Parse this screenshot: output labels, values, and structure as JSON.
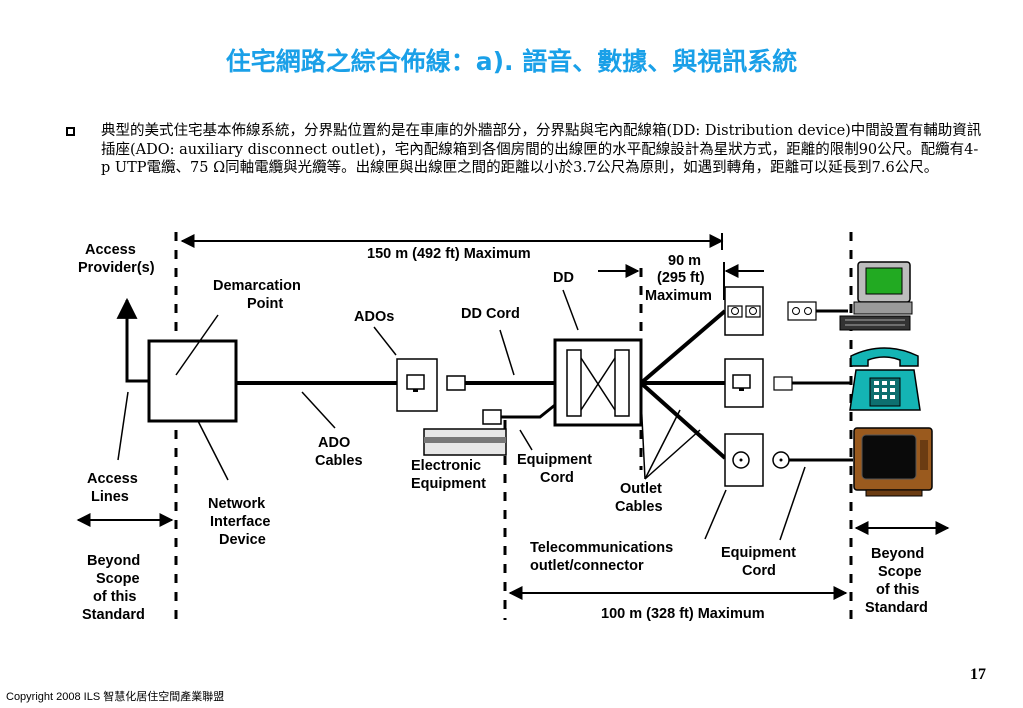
{
  "title": "住宅網路之綜合佈線：a). 語音、數據、與視訊系統",
  "paragraph": "典型的美式住宅基本佈線系統，分界點位置約是在車庫的外牆部分，分界點與宅內配線箱(DD: Distribution device)中間設置有輔助資訊插座(ADO: auxiliary disconnect outlet)，宅內配線箱到各個房間的出線匣的水平配線設計為星狀方式，距離的限制90公尺。配纜有4-p UTP電纜、75 Ω同軸電纜與光纜等。出線匣與出線匣之間的距離以小於3.7公尺為原則，如遇到轉角，距離可以延長到7.6公尺。",
  "labels": {
    "access_providers": [
      "Access",
      "Provider(s)"
    ],
    "demarcation_point": [
      "Demarcation",
      "Point"
    ],
    "ados": "ADOs",
    "dd_cord": "DD Cord",
    "dd": "DD",
    "max_150": "150 m (492 ft) Maximum",
    "max_90": [
      "90 m",
      "(295 ft)",
      "Maximum"
    ],
    "ado_cables": [
      "ADO",
      "Cables"
    ],
    "access_lines": [
      "Access",
      "Lines"
    ],
    "network_interface_device": [
      "Network",
      "Interface",
      "Device"
    ],
    "electronic_equipment": [
      "Electronic",
      "Equipment"
    ],
    "equipment_cord_left": [
      "Equipment",
      "Cord"
    ],
    "outlet_cables": [
      "Outlet",
      "Cables"
    ],
    "telecom_outlet": [
      "Telecommunications",
      "outlet/connector"
    ],
    "equipment_cord_right": [
      "Equipment",
      "Cord"
    ],
    "beyond_left": [
      "Beyond",
      "Scope",
      "of this",
      "Standard"
    ],
    "beyond_right": [
      "Beyond",
      "Scope",
      "of this",
      "Standard"
    ],
    "max_100": "100 m (328 ft) Maximum"
  },
  "icons": [
    "computer-icon",
    "telephone-icon",
    "television-icon"
  ],
  "colors": {
    "title": "#1aa0e8",
    "phone": "#14b4b4",
    "computer_screen": "#22aa22",
    "tv_cabinet": "#9a5a1e"
  },
  "footer": {
    "copyright": "Copyright 2008 ILS 智慧化居住空間產業聯盟",
    "page": "17"
  }
}
